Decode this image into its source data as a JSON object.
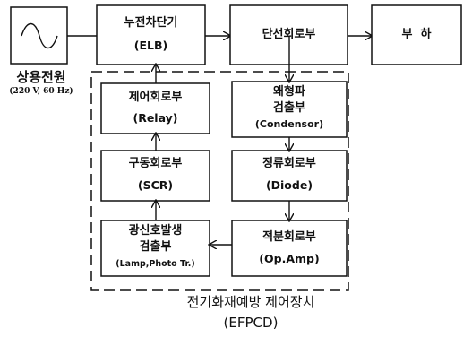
{
  "source": {
    "symbol": "ac-source",
    "name": "상용전원",
    "spec": "(220 V, 60 Hz)"
  },
  "blocks": {
    "elb": {
      "line1": "누전차단기",
      "line2": "(ELB)"
    },
    "disconnect": {
      "line1": "단선회로부"
    },
    "load": {
      "line1": "부  하"
    },
    "relay": {
      "line1": "제어회로부",
      "line2": "(Relay)"
    },
    "condenser": {
      "line1": "왜형파",
      "line2": "검출부",
      "line3": "(Condensor)"
    },
    "scr": {
      "line1": "구동회로부",
      "line2": "(SCR)"
    },
    "diode": {
      "line1": "정류회로부",
      "line2": "(Diode)"
    },
    "photo": {
      "line1": "광신호발생",
      "line2": "검출부",
      "line3": "(Lamp,Photo Tr.)"
    },
    "opamp": {
      "line1": "적분회로부",
      "line2": "(Op.Amp)"
    }
  },
  "device": {
    "name": "전기화재예방 제어장치",
    "abbr": "(EFPCD)"
  }
}
